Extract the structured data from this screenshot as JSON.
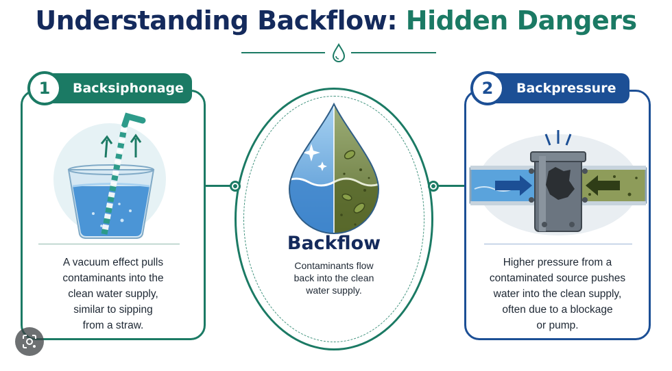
{
  "title": {
    "part1": "Understanding Backflow:",
    "part2": "Hidden Dangers"
  },
  "left_card": {
    "number": "1",
    "heading": "Backsiphonage",
    "description_lines": [
      "A vacuum effect pulls",
      "contaminants into the",
      "clean water supply,",
      "similar to sipping",
      "from a straw."
    ]
  },
  "center": {
    "title": "Backflow",
    "description_lines": [
      "Contaminants flow",
      "back into the clean",
      "water supply."
    ]
  },
  "right_card": {
    "number": "2",
    "heading": "Backpressure",
    "description_lines": [
      "Higher pressure from a",
      "contaminated source pushes",
      "water into the clean supply,",
      "often due to a blockage",
      "or pump."
    ]
  },
  "icons": [
    "water-drop-icon",
    "glass-with-straw-illustration",
    "contaminated-drop-illustration",
    "pipe-blockage-illustration",
    "visual-search-icon"
  ],
  "colors": {
    "teal": "#1b7a64",
    "navy": "#142a5c",
    "blue": "#1c4f95",
    "water": "#5aa3dc",
    "contaminated": "#7a8a45"
  }
}
